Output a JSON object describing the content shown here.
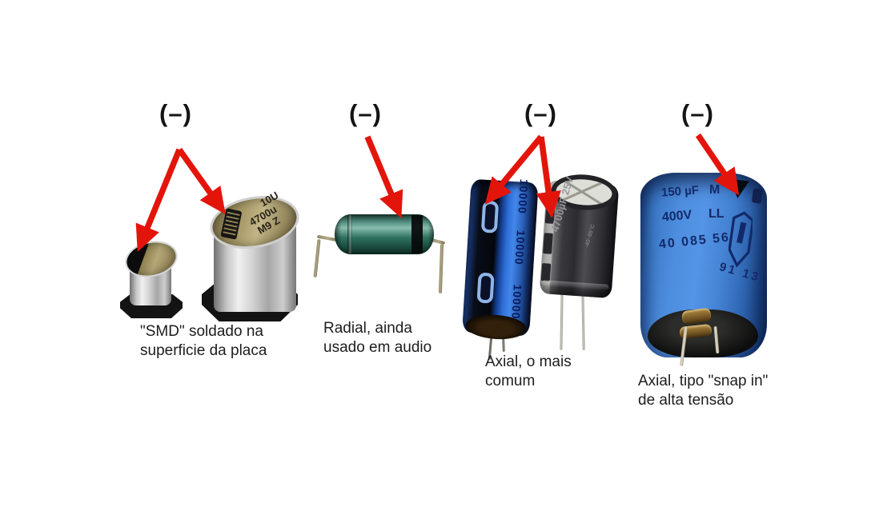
{
  "page": {
    "background": "#ffffff"
  },
  "colors": {
    "arrow_red": "#e3150b",
    "label_text": "#1d1d1d",
    "snapin_blue": "#4e8ede",
    "marking_navy": "#132a6a"
  },
  "groups": [
    {
      "id": "smd",
      "polarity_label": "(–)",
      "caption": [
        "\"SMD\" soldado na",
        "superficie da placa"
      ],
      "markings": {
        "top_line1": "10U",
        "top_line2": "4700u",
        "top_line3": "M9 Z"
      }
    },
    {
      "id": "radial",
      "polarity_label": "(–)",
      "caption": [
        "Radial, ainda",
        "usado em audio"
      ]
    },
    {
      "id": "axial",
      "polarity_label": "(–)",
      "caption": [
        "Axial, o mais",
        "comum"
      ],
      "markings": {
        "blue_value": "10000",
        "gray_value": "4700µF 25V",
        "gray_temp": "-40~85°C"
      }
    },
    {
      "id": "snapin",
      "polarity_label": "(–)",
      "caption": [
        "Axial, tipo \"snap in\"",
        "de alta tensão"
      ],
      "markings": {
        "row1_left": "150 µF",
        "row1_right": "M",
        "row2_left": "400V",
        "row2_right": "LL",
        "row3": "40 085 56",
        "date_code": "91 13"
      }
    }
  ]
}
